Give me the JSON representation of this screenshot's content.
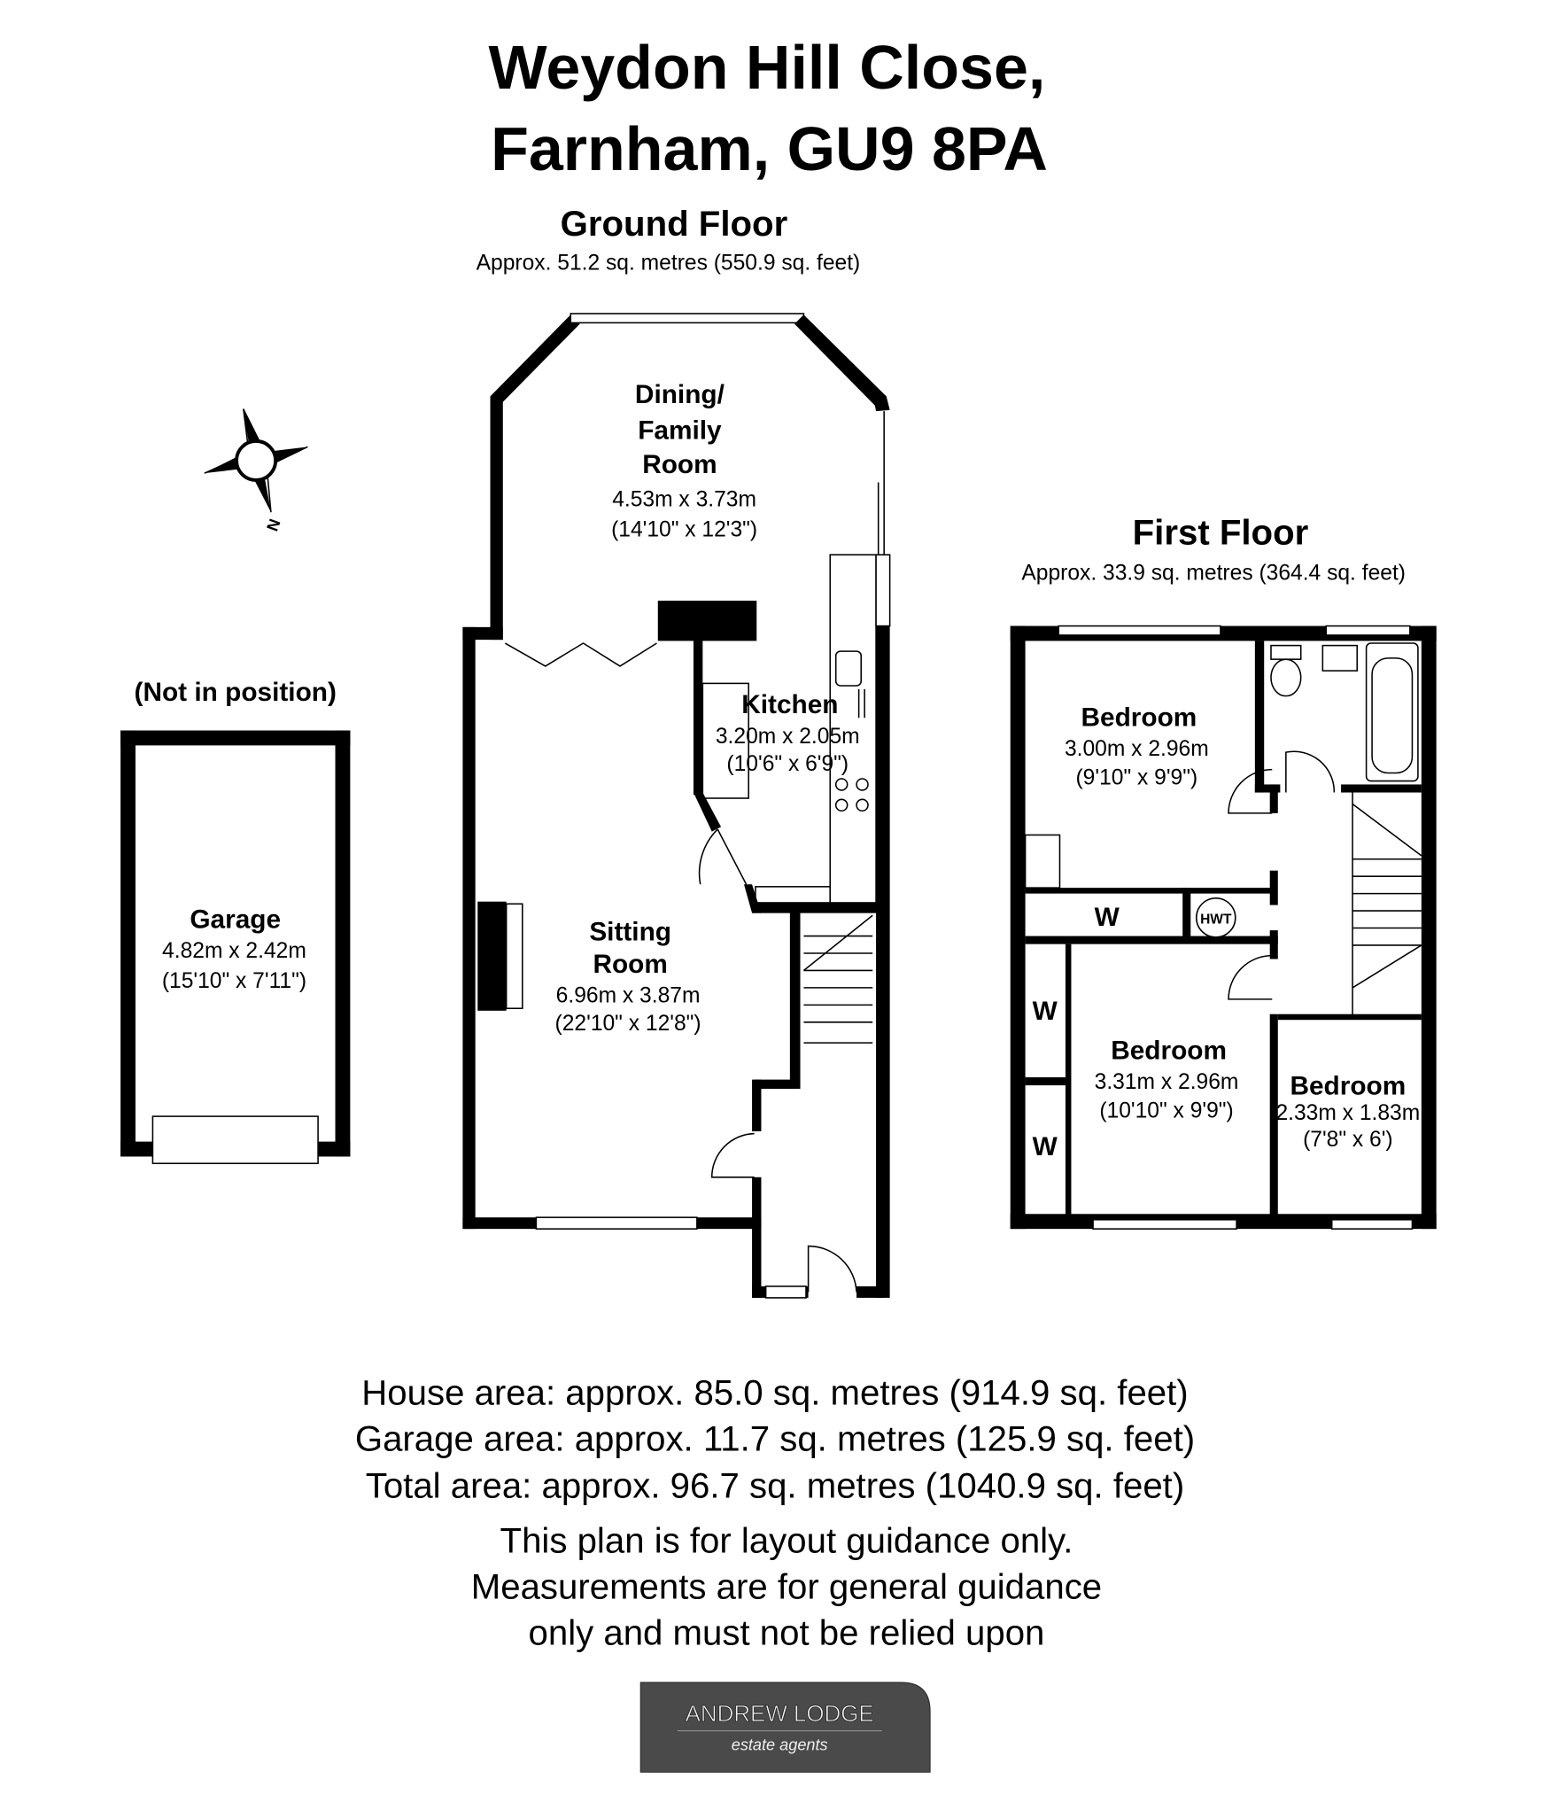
{
  "title": {
    "line1": "Weydon Hill Close,",
    "line2": "Farnham, GU9 8PA"
  },
  "ground_floor": {
    "heading": "Ground Floor",
    "area": "Approx.  51.2 sq. metres (550.9 sq. feet)",
    "rooms": [
      {
        "name_lines": [
          "Dining/",
          "Family",
          "Room"
        ],
        "metric": "4.53m x 3.73m",
        "imperial": "(14'10\" x 12'3\")"
      },
      {
        "name_lines": [
          "Kitchen"
        ],
        "metric": "3.20m x 2.05m",
        "imperial": "(10'6\" x 6'9\")"
      },
      {
        "name_lines": [
          "Sitting",
          "Room"
        ],
        "metric": "6.96m x 3.87m",
        "imperial": "(22'10\" x 12'8\")"
      }
    ]
  },
  "garage": {
    "note": "(Not in position)",
    "name": "Garage",
    "metric": "4.82m x 2.42m",
    "imperial": "(15'10\" x 7'11\")"
  },
  "first_floor": {
    "heading": "First Floor",
    "area": "Approx.  33.9 sq. metres (364.4 sq. feet)",
    "rooms": [
      {
        "name": "Bedroom",
        "metric": "3.00m x 2.96m",
        "imperial": "(9'10\" x 9'9\")"
      },
      {
        "name": "Bedroom",
        "metric": "3.31m x 2.96m",
        "imperial": "(10'10\" x 9'9\")"
      },
      {
        "name": "Bedroom",
        "metric": "2.33m x 1.83m",
        "imperial": "(7'8\" x 6')"
      }
    ],
    "labels": {
      "wardrobe": "W",
      "hot_water_tank": "HWT"
    }
  },
  "compass": {
    "north_label": "N"
  },
  "summary": {
    "house": "House area: approx. 85.0 sq. metres (914.9 sq. feet)",
    "garage": "Garage area: approx. 11.7 sq. metres (125.9 sq. feet)",
    "total": "Total area: approx. 96.7 sq. metres (1040.9 sq. feet)"
  },
  "disclaimer": [
    "This plan is for layout guidance only.",
    "Measurements are for general guidance",
    "only and must not be relied upon"
  ],
  "logo": {
    "name": "ANDREW LODGE",
    "tagline": "estate agents",
    "color": "#4a4a4a"
  }
}
